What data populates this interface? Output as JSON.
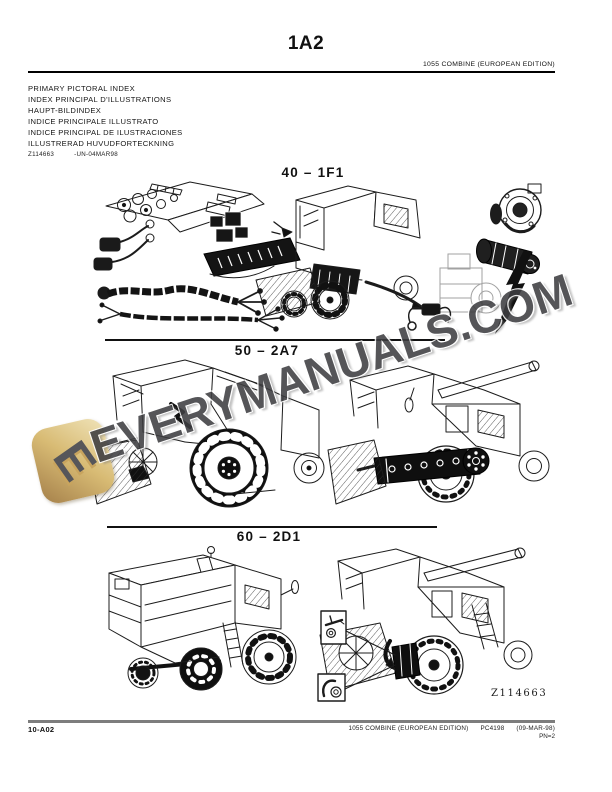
{
  "page": {
    "code": "1A2",
    "edition": "1055 COMBINE (EUROPEAN EDITION)"
  },
  "index_block": {
    "titles": [
      "PRIMARY PICTORAL INDEX",
      "INDEX PRINCIPAL D'ILLUSTRATIONS",
      "HAUPT-BILDINDEX",
      "INDICE PRINCIPALE ILLUSTRATO",
      "INDICE PRINCIPAL DE ILUSTRACIONES",
      "ILLUSTRERAD HUVUDFORTECKNING"
    ],
    "figure_id": "Z114663",
    "figure_code": "-UN-04MAR98"
  },
  "sections": [
    {
      "label": "40 – 1F1"
    },
    {
      "label": "50 – 2A7"
    },
    {
      "label": "60 – 2D1"
    }
  ],
  "figure": {
    "bottom_id": "Z114663"
  },
  "footer": {
    "page_number": "10-A02",
    "title": "1055 COMBINE (EUROPEAN EDITION)",
    "catalog": "PC4198",
    "date": "(09-MAR-98)",
    "pn": "PN=2"
  },
  "watermark": {
    "text": "EVERYMANUALS.COM",
    "logo_letter": "E",
    "badge_color_light": "#f0e4ba",
    "badge_color_dark": "#a5804a",
    "text_color": "#3e3e41"
  }
}
